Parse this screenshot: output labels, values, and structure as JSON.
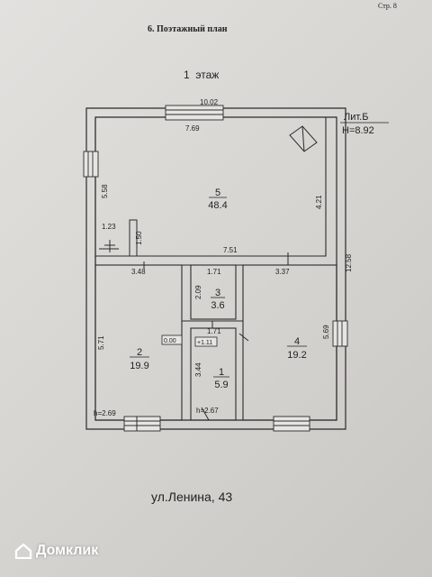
{
  "page_number": "Стр. 8",
  "section_title": "6. Поэтажный план",
  "floor_label": "1  этаж",
  "building": {
    "letter": "Лит.Б",
    "height": "H=8.92"
  },
  "address": "ул.Ленина, 43",
  "dimensions": {
    "overall_width": "10.02",
    "overall_depth": "12.58",
    "room5_width": "7.69",
    "room5_left_depth": "5.58",
    "room5_right_depth": "4.21",
    "room5_bottom_width": "7.51",
    "stair_width": "1.23",
    "stair_depth": "1.50",
    "room2_width": "3.48",
    "room2_depth": "5.71",
    "room3_width": "1.71",
    "room3_depth": "2.09",
    "room1_width": "1.71",
    "room1_depth": "3.44",
    "room4_width": "3.37",
    "room4_depth": "5.69"
  },
  "levels": {
    "room2_level": "0.00",
    "room1_level": "+1.11"
  },
  "ceiling_heights": {
    "room2": "h=2.69",
    "room1": "h=2.67"
  },
  "rooms": [
    {
      "number": "5",
      "area": "48.4"
    },
    {
      "number": "2",
      "area": "19.9"
    },
    {
      "number": "3",
      "area": "3.6"
    },
    {
      "number": "1",
      "area": "5.9"
    },
    {
      "number": "4",
      "area": "19.2"
    }
  ],
  "watermark": "Домклик"
}
